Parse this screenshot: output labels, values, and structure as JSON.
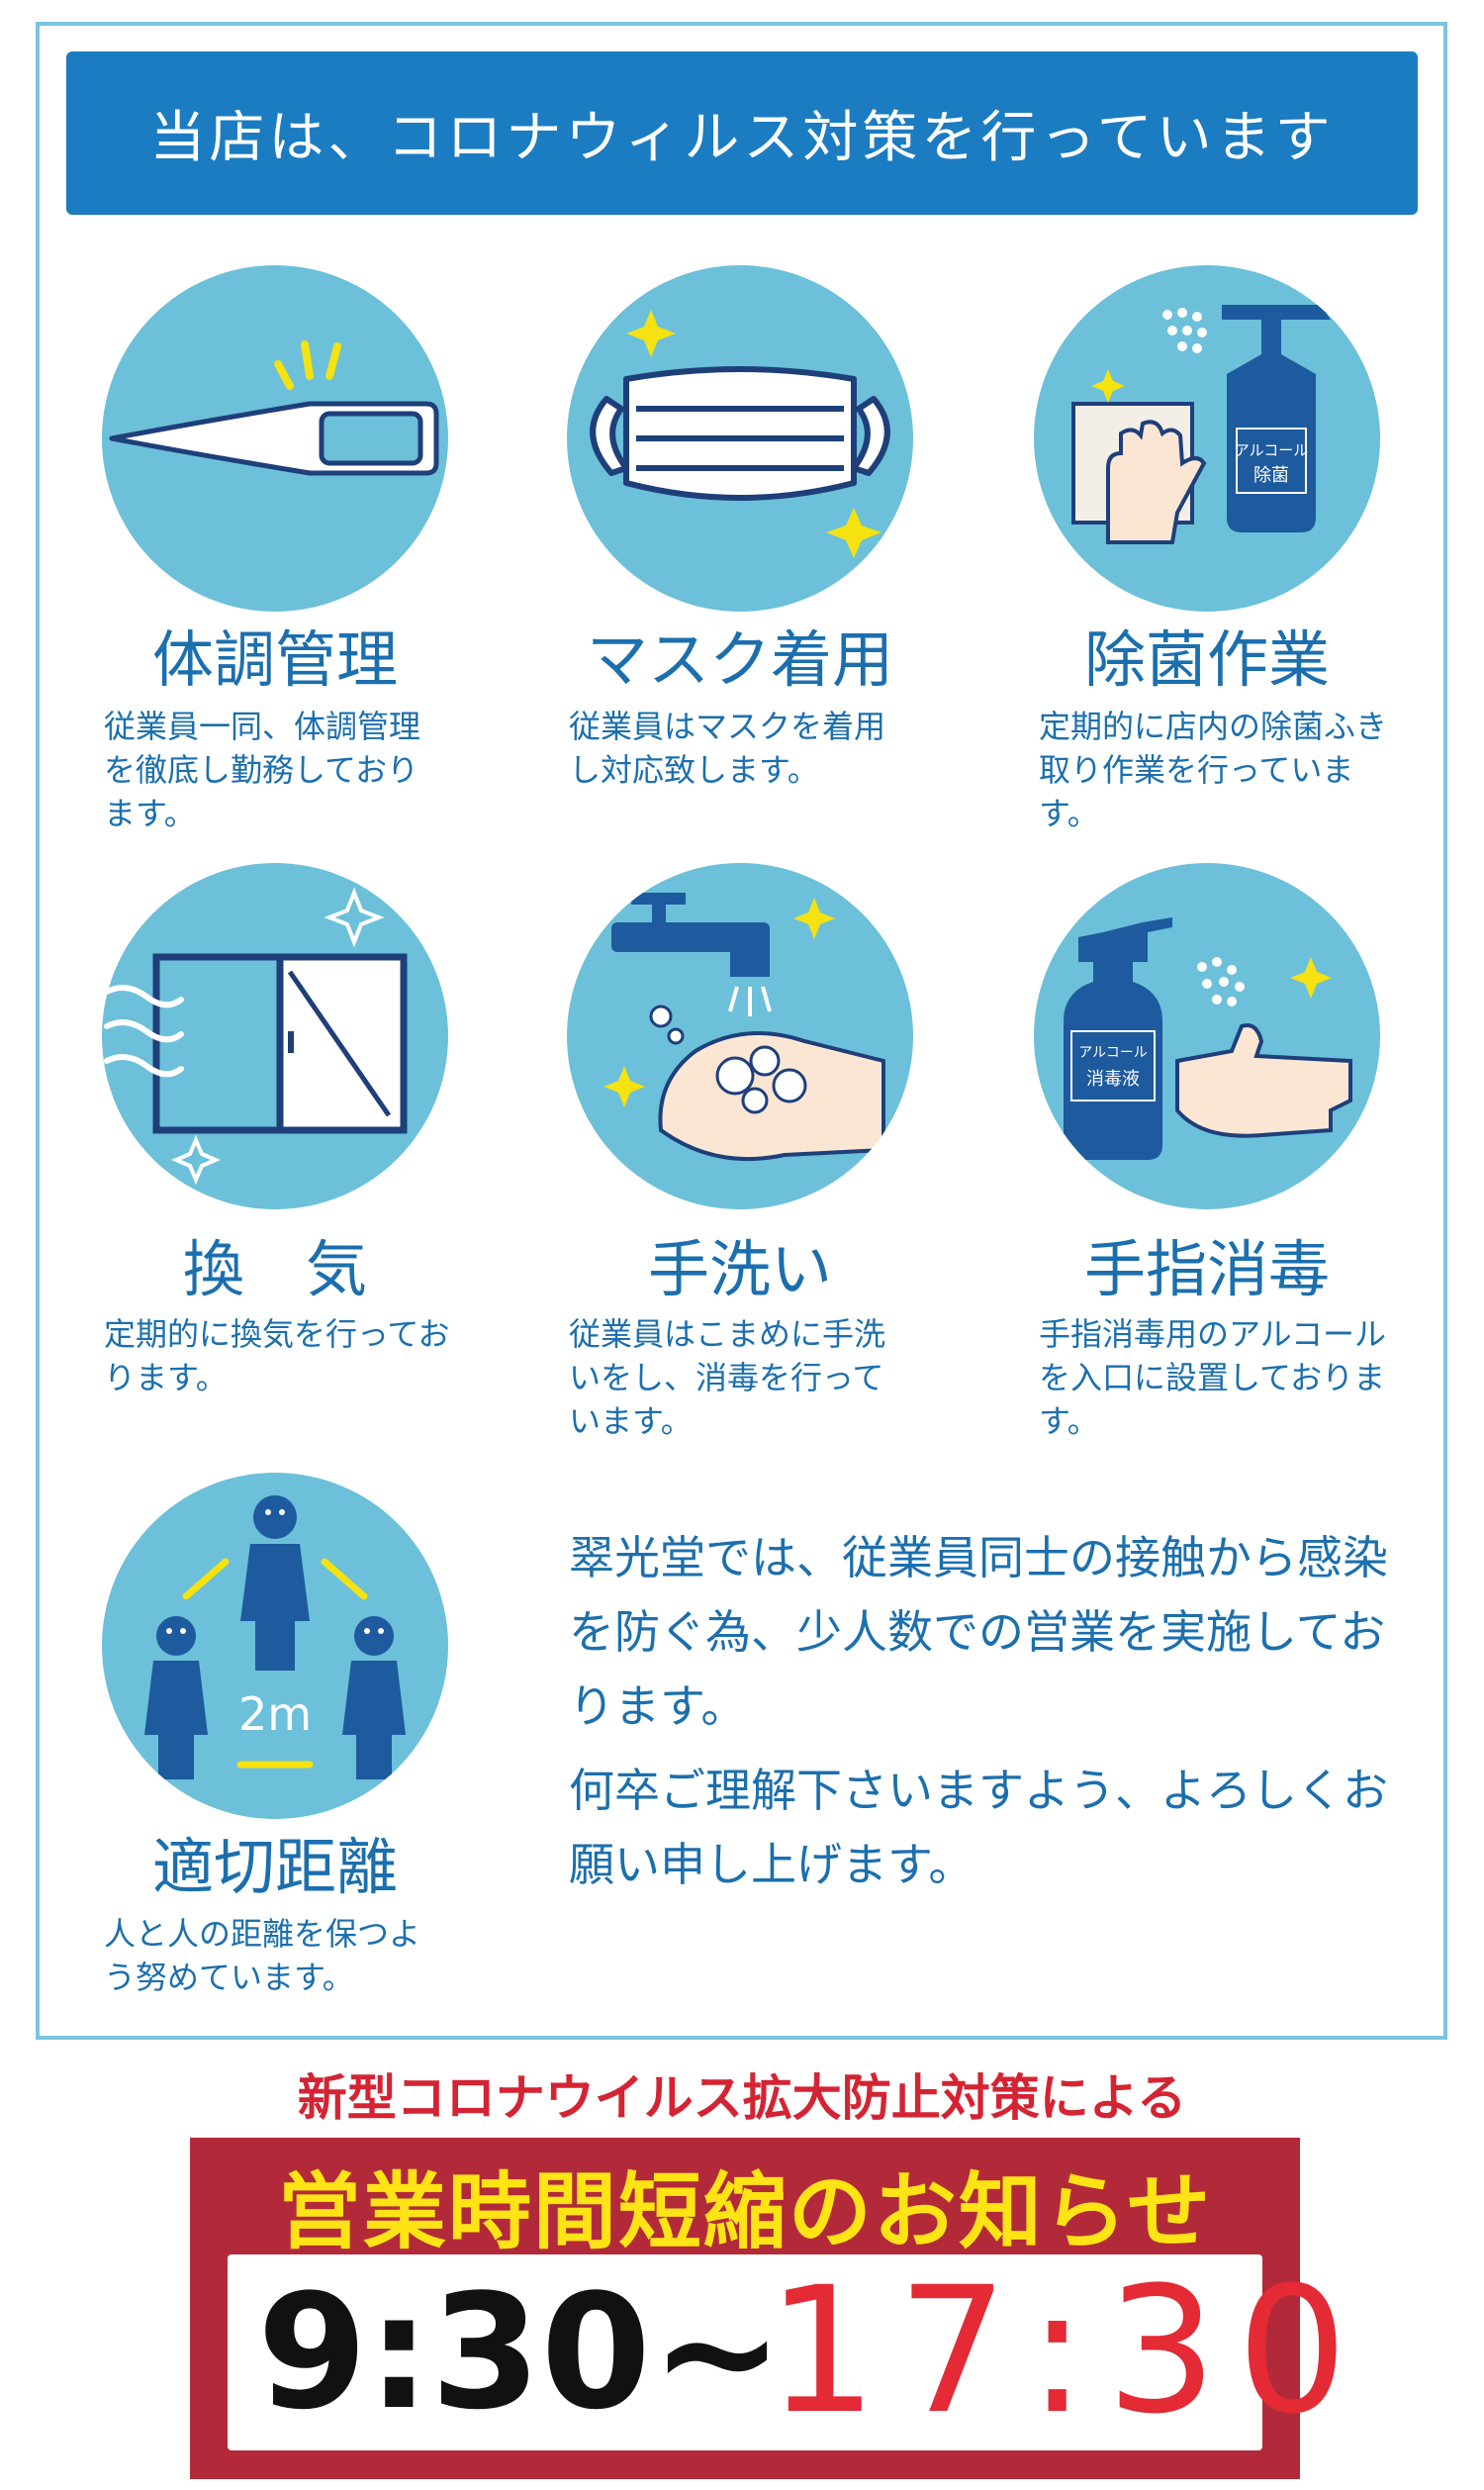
{
  "header": {
    "title": "当店は、コロナウィルス対策を行っています"
  },
  "items": [
    {
      "title": "体調管理",
      "desc": "従業員一同、体調管理を徹底し勤務しております。"
    },
    {
      "title": "マスク着用",
      "desc": "従業員はマスクを着用し対応致します。"
    },
    {
      "title": "除菌作業",
      "desc": "定期的に店内の除菌ふき取り作業を行っています。"
    },
    {
      "title": "換　気",
      "desc": "定期的に換気を行っております。"
    },
    {
      "title": "手洗い",
      "desc": "従業員はこまめに手洗いをし、消毒を行っています。"
    },
    {
      "title": "手指消毒",
      "desc": "手指消毒用のアルコールを入口に設置しております。"
    },
    {
      "title": "適切距離",
      "desc": "人と人の距離を保つよう努めています。"
    }
  ],
  "icon_labels": {
    "alcohol_spray_1": "アルコール",
    "alcohol_spray_2": "除菌",
    "alcohol_bottle_1": "アルコール",
    "alcohol_bottle_2": "消毒液",
    "distance": "2m"
  },
  "message": {
    "paragraph1": "翠光堂では、従業員同士の接触から感染を防ぐ為、少人数での営業を実施しております。",
    "paragraph2": "何卒ご理解下さいますよう、よろしくお願い申し上げます。"
  },
  "notice": {
    "subtitle": "新型コロナウイルス拡大防止対策による",
    "title": "営業時間短縮のお知らせ",
    "time_start": "9:30~",
    "time_end": "17:30"
  },
  "colors": {
    "header_bg": "#1b7cc1",
    "circle_bg": "#6cc0d9",
    "text_blue": "#1b6fae",
    "banner_red": "#b22a3a",
    "banner_yellow": "#ffe415",
    "time_red": "#e32a35"
  }
}
